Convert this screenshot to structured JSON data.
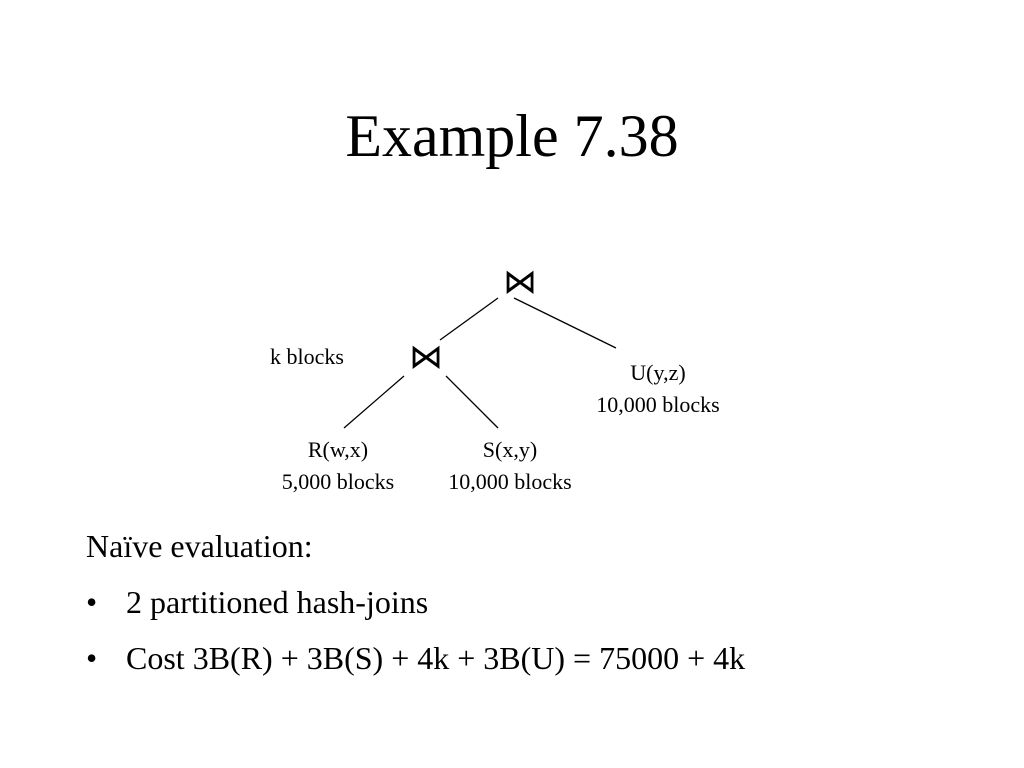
{
  "slide": {
    "title": "Example 7.38"
  },
  "diagram": {
    "root_join": {
      "symbol": "⋈"
    },
    "inner_join": {
      "symbol": "⋈",
      "label": "k blocks"
    },
    "relations": {
      "R": {
        "name": "R(w,x)",
        "size": "5,000 blocks"
      },
      "S": {
        "name": "S(x,y)",
        "size": "10,000 blocks"
      },
      "U": {
        "name": "U(y,z)",
        "size": "10,000 blocks"
      }
    }
  },
  "content": {
    "heading": "Naïve evaluation:",
    "bullets": [
      "2 partitioned hash-joins",
      "Cost 3B(R) + 3B(S) + 4k + 3B(U) = 75000 + 4k"
    ]
  }
}
